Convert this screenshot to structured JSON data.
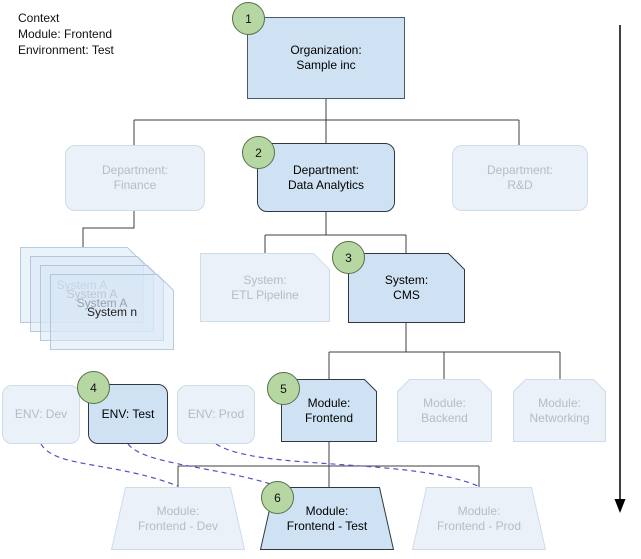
{
  "context": {
    "lines": [
      "Context",
      "Module: Frontend",
      "Environment: Test"
    ]
  },
  "nodes": {
    "organization": {
      "line1": "Organization:",
      "line2": "Sample inc",
      "step": "1"
    },
    "dept_finance": {
      "line1": "Department:",
      "line2": "Finance"
    },
    "dept_data_analytics": {
      "line1": "Department:",
      "line2": "Data Analytics",
      "step": "2"
    },
    "dept_rd": {
      "line1": "Department:",
      "line2": "R&D"
    },
    "system_stack": {
      "labels": [
        "System A",
        "System A",
        "System A",
        "System n"
      ]
    },
    "system_etl": {
      "line1": "System:",
      "line2": "ETL Pipeline"
    },
    "system_cms": {
      "line1": "System:",
      "line2": "CMS",
      "step": "3"
    },
    "env_dev": {
      "label": "ENV: Dev"
    },
    "env_test": {
      "label": "ENV: Test",
      "step": "4"
    },
    "env_prod": {
      "label": "ENV: Prod"
    },
    "module_frontend": {
      "line1": "Module:",
      "line2": "Frontend",
      "step": "5"
    },
    "module_backend": {
      "line1": "Module:",
      "line2": "Backend"
    },
    "module_networking": {
      "line1": "Module:",
      "line2": "Networking"
    },
    "deploy_frontend_dev": {
      "line1": "Module:",
      "line2": "Frontend - Dev"
    },
    "deploy_frontend_test": {
      "line1": "Module:",
      "line2": "Frontend - Test",
      "step": "6"
    },
    "deploy_frontend_prod": {
      "line1": "Module:",
      "line2": "Frontend - Prod"
    }
  },
  "colors": {
    "highlight_fill": "#cfe2f3",
    "highlight_border": "#2f3842",
    "faded_fill": "#eaf1f9",
    "faded_border": "#d0dbe8",
    "faded_text": "#b4bcc6",
    "step_badge_fill": "#b6d7a2",
    "step_badge_border": "#57704b",
    "connector": "#3f3f3f",
    "dashed_link": "#5152c9",
    "arrow": "#000000"
  }
}
